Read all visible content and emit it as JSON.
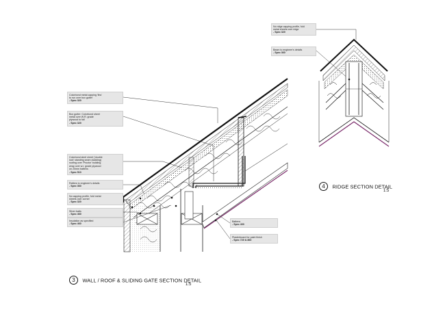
{
  "sheet": {
    "colors": {
      "line": "#1a1a1a",
      "hatch": "#444444",
      "plasterboard": "#7a2a6a",
      "label_bg": "#e6e6e6"
    }
  },
  "labels": [
    {
      "id": "capping-fins",
      "text": "Colorbond metal capping 'fins'\nto run over box gutter",
      "spec": "- Spec 320"
    },
    {
      "id": "box-gutter",
      "text": "Box gutter: Colorbond sheet\nmetal over W.R. grade\nplywood to fall",
      "spec": "- Spec 320"
    },
    {
      "id": "colorbond-sheet",
      "text": "Colorbond steel sheet ('double\nlock' standing seam cladding)\nroofing over 'Proctor' building\nwrap over w.r. grade plywood\non 20mm battens",
      "spec": "- Spec 510"
    },
    {
      "id": "rafters",
      "text": "Rafters to engineer's details",
      "spec": "- Spec 360"
    },
    {
      "id": "no-capping",
      "text": "No capping profile, fold metal\nsheets over corner",
      "spec": "- Spec 320"
    },
    {
      "id": "silver-batts",
      "text": "Silver batts",
      "spec": "- Spec 460"
    },
    {
      "id": "insulation",
      "text": "Insulation as specified",
      "spec": "- Spec 460"
    },
    {
      "id": "battens",
      "text": "Battens",
      "spec": "- Spec 400"
    },
    {
      "id": "plasterboard",
      "text": "Plasterboard for paint finish",
      "spec": "- Spec 720 & 860"
    },
    {
      "id": "ridge-capping",
      "text": "No ridge capping profile, fold\nmetal sheets over ridge",
      "spec": "- Spec 320"
    },
    {
      "id": "beam",
      "text": "Beam to engineer's details",
      "spec": "- Spec 360"
    }
  ],
  "details": {
    "wall_roof": {
      "number": "3",
      "title": "WALL / ROOF & SLIDING GATE SECTION DETAIL",
      "scale": "1:5"
    },
    "ridge": {
      "number": "4",
      "title": "RIDGE SECTION DETAIL",
      "scale": "1:5"
    }
  }
}
